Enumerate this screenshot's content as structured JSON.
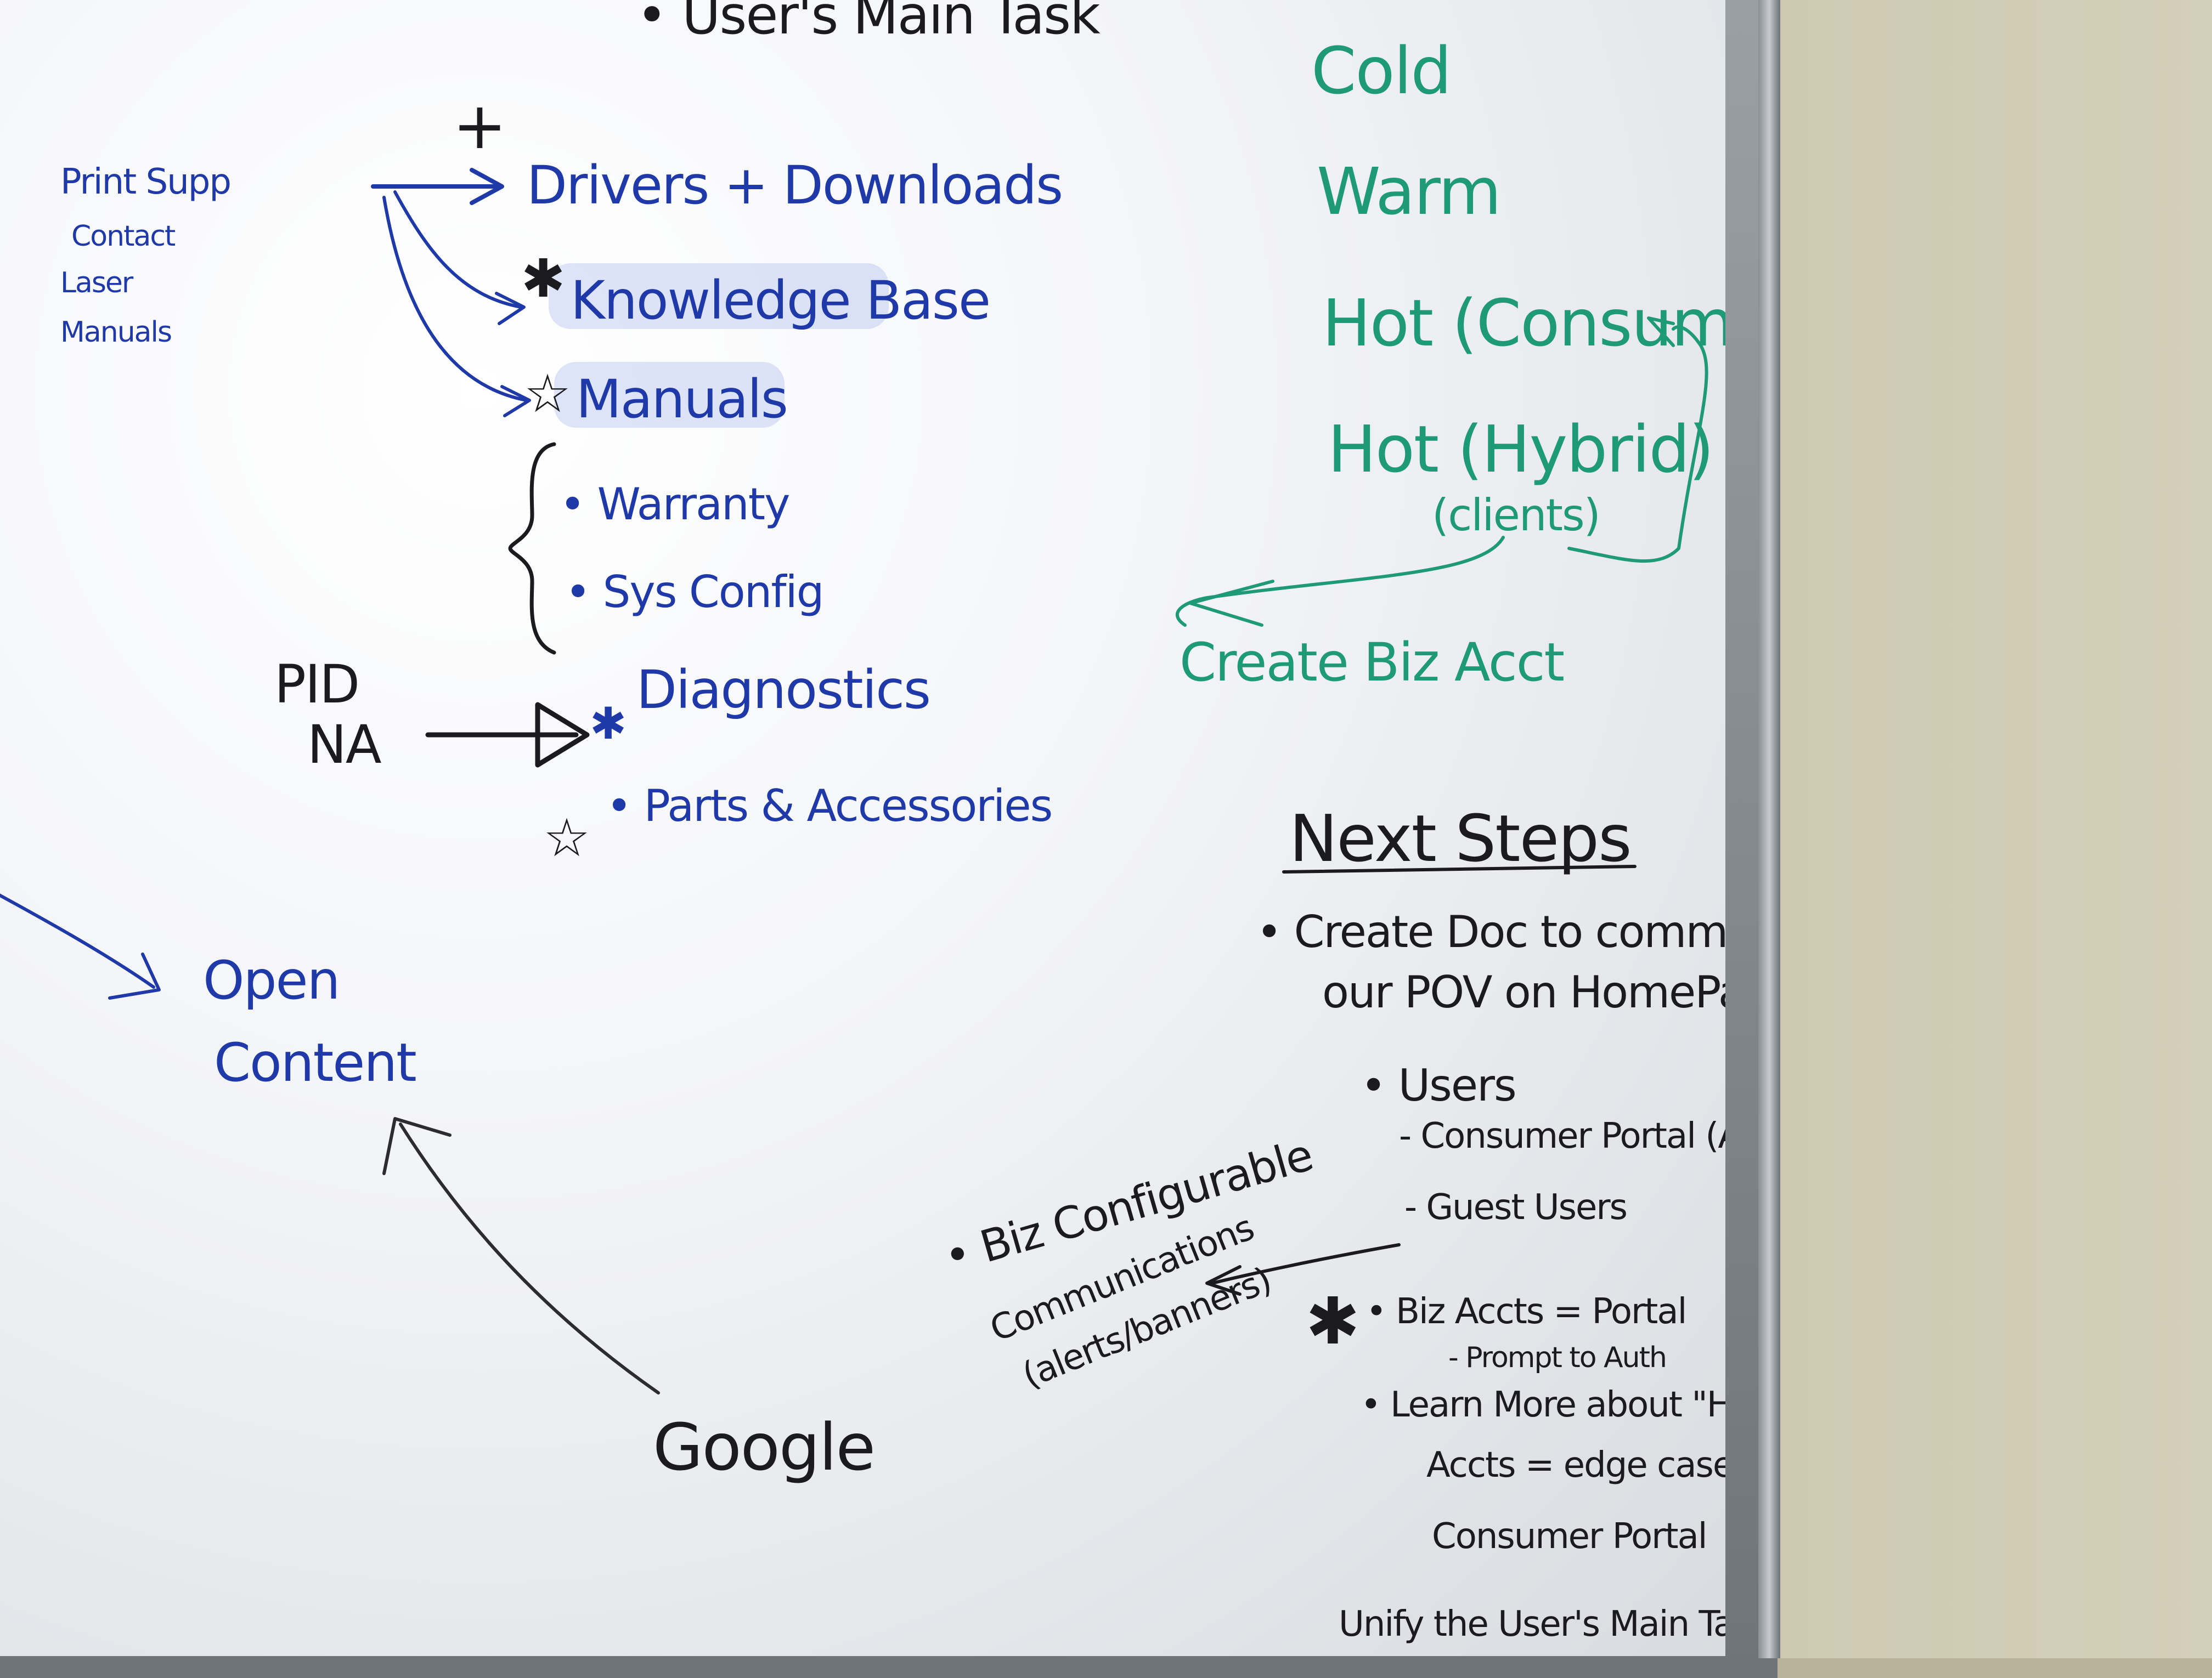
{
  "left_notes": [
    "Print Supp",
    "Contact",
    "Laser",
    "Manuals"
  ],
  "main_task_header": "User's Main Task",
  "plus_mark": "+",
  "task_list": [
    {
      "label": "Drivers + Downloads",
      "mark": ""
    },
    {
      "label": "Knowledge Base",
      "mark": "✱"
    },
    {
      "label": "Manuals",
      "mark": "☆"
    },
    {
      "label": "Warranty",
      "mark": ""
    },
    {
      "label": "Sys Config",
      "mark": ""
    },
    {
      "label": "Diagnostics",
      "mark": "✱"
    },
    {
      "label": "Parts & Accessories",
      "mark": "☆"
    }
  ],
  "pid_label": [
    "PID",
    "NA"
  ],
  "open_content": [
    "Open",
    "Content"
  ],
  "google_label": "Google",
  "temperature_list": [
    "Cold",
    "Warm",
    "Hot (Consumer)",
    "Hot (Hybrid)",
    "(clients)"
  ],
  "create_biz_acct": "Create Biz Acct",
  "next_steps": {
    "title": "Next Steps",
    "items": [
      "Create Doc to communicate",
      "our POV on HomePage Redesign",
      "Users",
      "- Consumer Portal (Auth)",
      "- Guest Users",
      "Biz Accts = Portal",
      "- Prompt to Auth",
      "Learn More about \"Hybrid\"",
      "Accts = edge case for",
      "Consumer Portal",
      "Unify the User's Main Task"
    ]
  },
  "biz_config": [
    "Biz Configurable",
    "Communications",
    "(alerts/banners)"
  ],
  "colors": {
    "blue_marker": "#1f3aa8",
    "green_marker": "#1f9a78",
    "black_marker": "#1b1b1f",
    "frame": "#7d8286"
  },
  "icons": [
    "whiteboard",
    "arrow",
    "star",
    "asterisk"
  ]
}
